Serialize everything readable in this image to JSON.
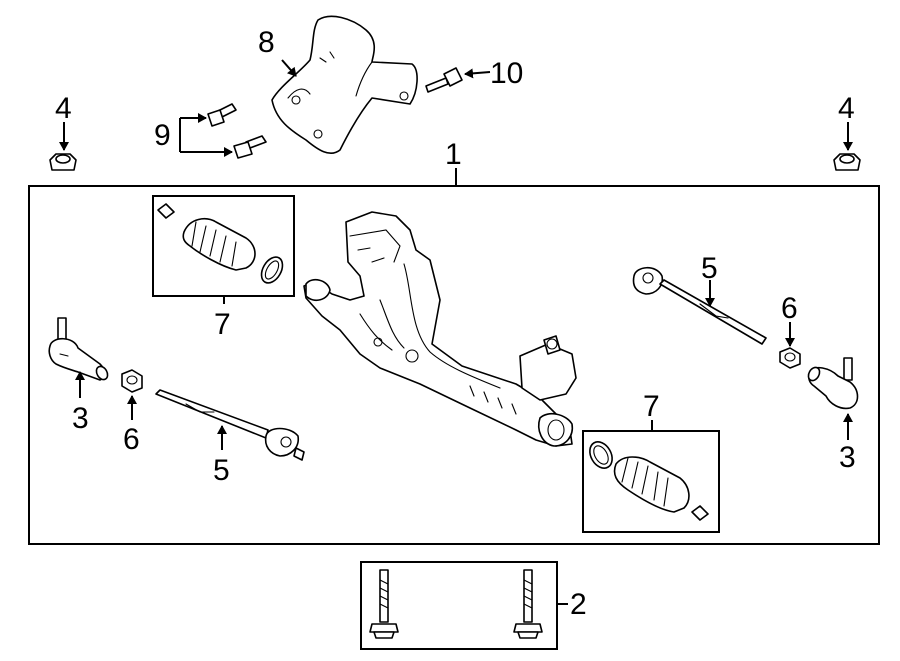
{
  "callouts": {
    "c1": "1",
    "c2": "2",
    "c3_left": "3",
    "c3_right": "3",
    "c4_left": "4",
    "c4_right": "4",
    "c5_left": "5",
    "c5_right": "5",
    "c6_left": "6",
    "c6_right": "6",
    "c7_left": "7",
    "c7_right": "7",
    "c8": "8",
    "c9": "9",
    "c10": "10"
  }
}
